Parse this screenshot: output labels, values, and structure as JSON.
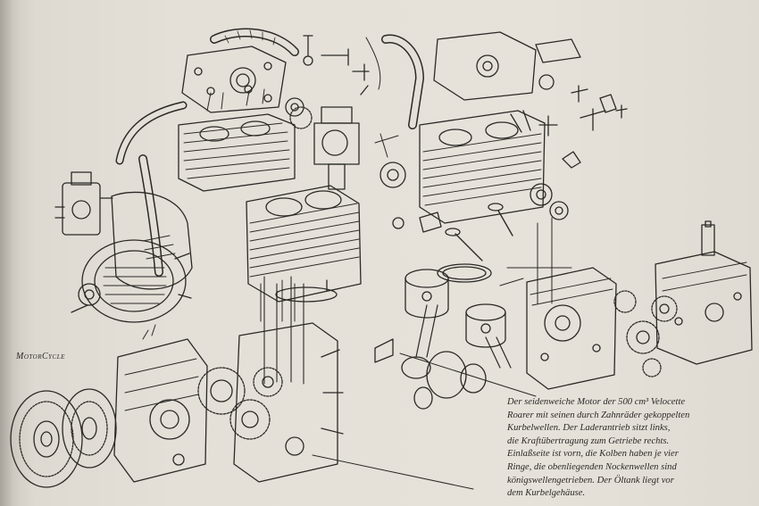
{
  "illustration": {
    "subject": "exploded-engine-drawing",
    "ink_color": "#2b2925",
    "paper_color": "#e4e0d8"
  },
  "publisher_logo": "MotorCycle",
  "caption": {
    "lines": [
      "Der seidenweiche Motor der 500 cm³ Velocette",
      "Roarer mit seinen durch Zahnräder gekoppelten",
      "Kurbelwellen. Der Laderantrieb sitzt links,",
      "die Kraftübertragung zum Getriebe rechts.",
      "Einlaßseite ist vorn, die Kolben haben je vier",
      "Ringe, die obenliegenden Nockenwellen sind",
      "königswellengetrieben. Der Öltank liegt vor",
      "dem Kurbelgehäuse."
    ]
  }
}
